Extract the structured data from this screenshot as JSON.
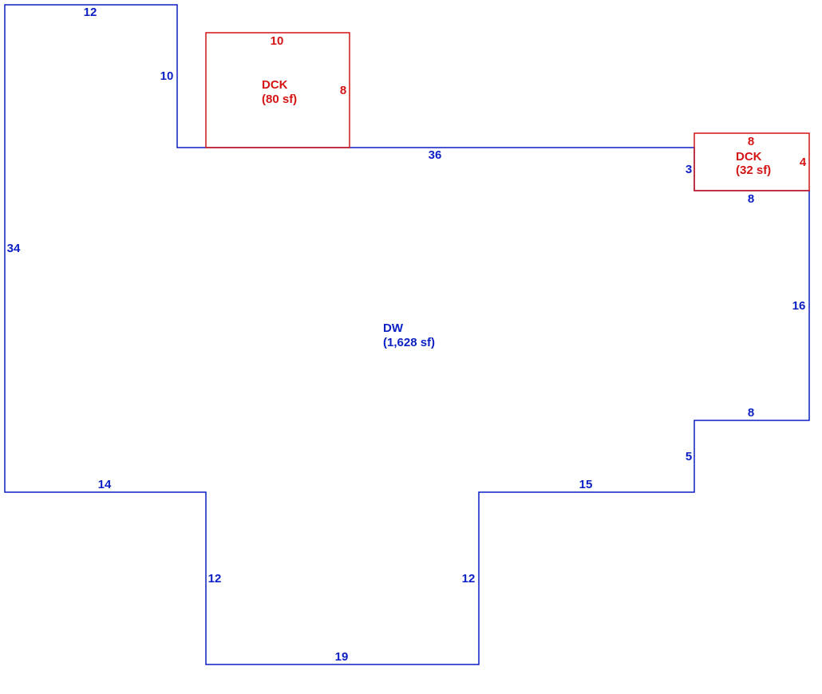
{
  "colors": {
    "dwelling": "#0b1fc4",
    "deck": "#d41414"
  },
  "dwelling": {
    "name": "DW",
    "area": "(1,628 sf)",
    "dims": {
      "top_left": "12",
      "left_notch": "10",
      "top_main": "36",
      "right_step_top": "3",
      "right_step_bottom": "8",
      "right": "16",
      "right_step_lower": "8",
      "right_drop": "5",
      "bottom_right": "15",
      "bump_right": "12",
      "bump_bottom": "19",
      "bump_left": "12",
      "bottom_left": "14",
      "left": "34"
    }
  },
  "decks": [
    {
      "name": "DCK",
      "area": "(80 sf)",
      "width": "10",
      "height": "8"
    },
    {
      "name": "DCK",
      "area": "(32 sf)",
      "width": "8",
      "height": "4"
    }
  ]
}
